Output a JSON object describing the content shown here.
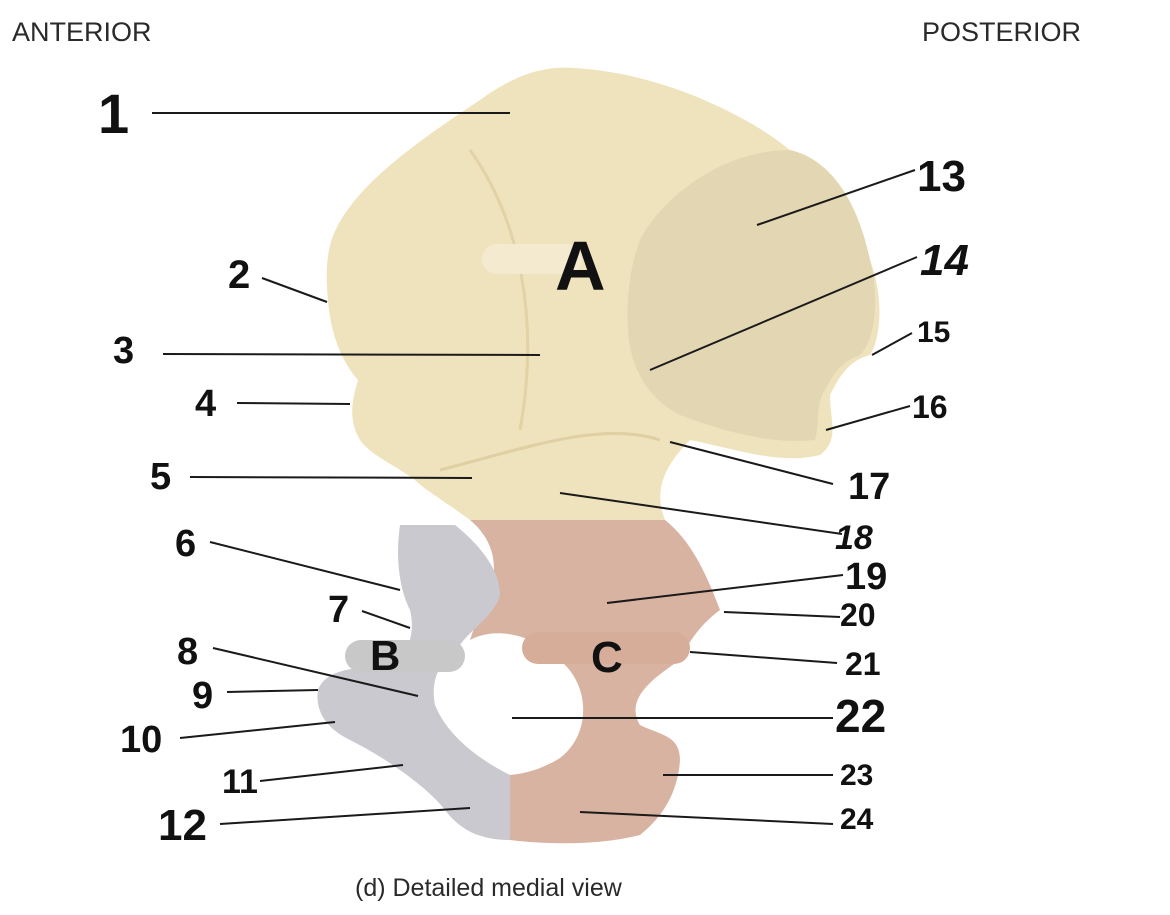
{
  "directions": {
    "left": "ANTERIOR",
    "right": "POSTERIOR"
  },
  "caption": "(d) Detailed medial view",
  "regions": [
    {
      "id": "A",
      "letter": "A"
    },
    {
      "id": "B",
      "letter": "B"
    },
    {
      "id": "C",
      "letter": "C"
    }
  ],
  "callouts": [
    {
      "n": "1"
    },
    {
      "n": "2"
    },
    {
      "n": "3"
    },
    {
      "n": "4"
    },
    {
      "n": "5"
    },
    {
      "n": "6"
    },
    {
      "n": "7"
    },
    {
      "n": "8"
    },
    {
      "n": "9"
    },
    {
      "n": "10"
    },
    {
      "n": "11"
    },
    {
      "n": "12"
    },
    {
      "n": "13"
    },
    {
      "n": "14"
    },
    {
      "n": "15"
    },
    {
      "n": "16"
    },
    {
      "n": "17"
    },
    {
      "n": "18"
    },
    {
      "n": "19"
    },
    {
      "n": "20"
    },
    {
      "n": "21"
    },
    {
      "n": "22"
    },
    {
      "n": "23"
    },
    {
      "n": "24"
    }
  ],
  "colors": {
    "ilium": "#efe3bd",
    "ilium_shade": "#ddcc9c",
    "ischium": "#d9b3a1",
    "pubis": "#c9c9cf",
    "auricular": "#e3d7b3"
  }
}
